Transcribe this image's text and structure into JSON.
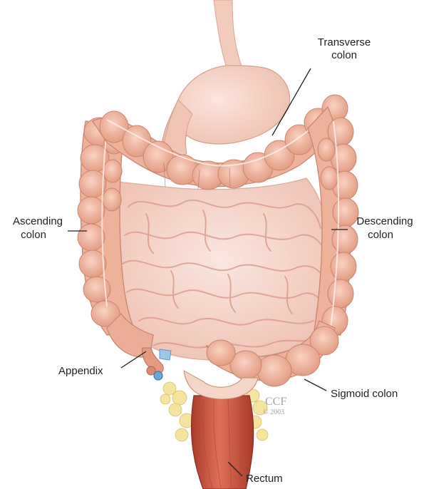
{
  "labels": {
    "transverse": [
      "Transverse",
      "colon"
    ],
    "ascending": [
      "Ascending",
      "colon"
    ],
    "descending": [
      "Descending",
      "colon"
    ],
    "appendix": "Appendix",
    "sigmoid": "Sigmoid colon",
    "rectum": "Rectum"
  },
  "credit": {
    "mark": "CCF",
    "year": "© 2003"
  },
  "colors": {
    "colon": "#f0b8a0",
    "colon_edge": "#c98670",
    "small_intestine": "#f6d6cb",
    "stomach": "#f6d0c4",
    "rectum": "#d45a45",
    "fat": "#f5e3a0",
    "appendix_blue": "#6aa8d8",
    "leader": "#222222"
  }
}
